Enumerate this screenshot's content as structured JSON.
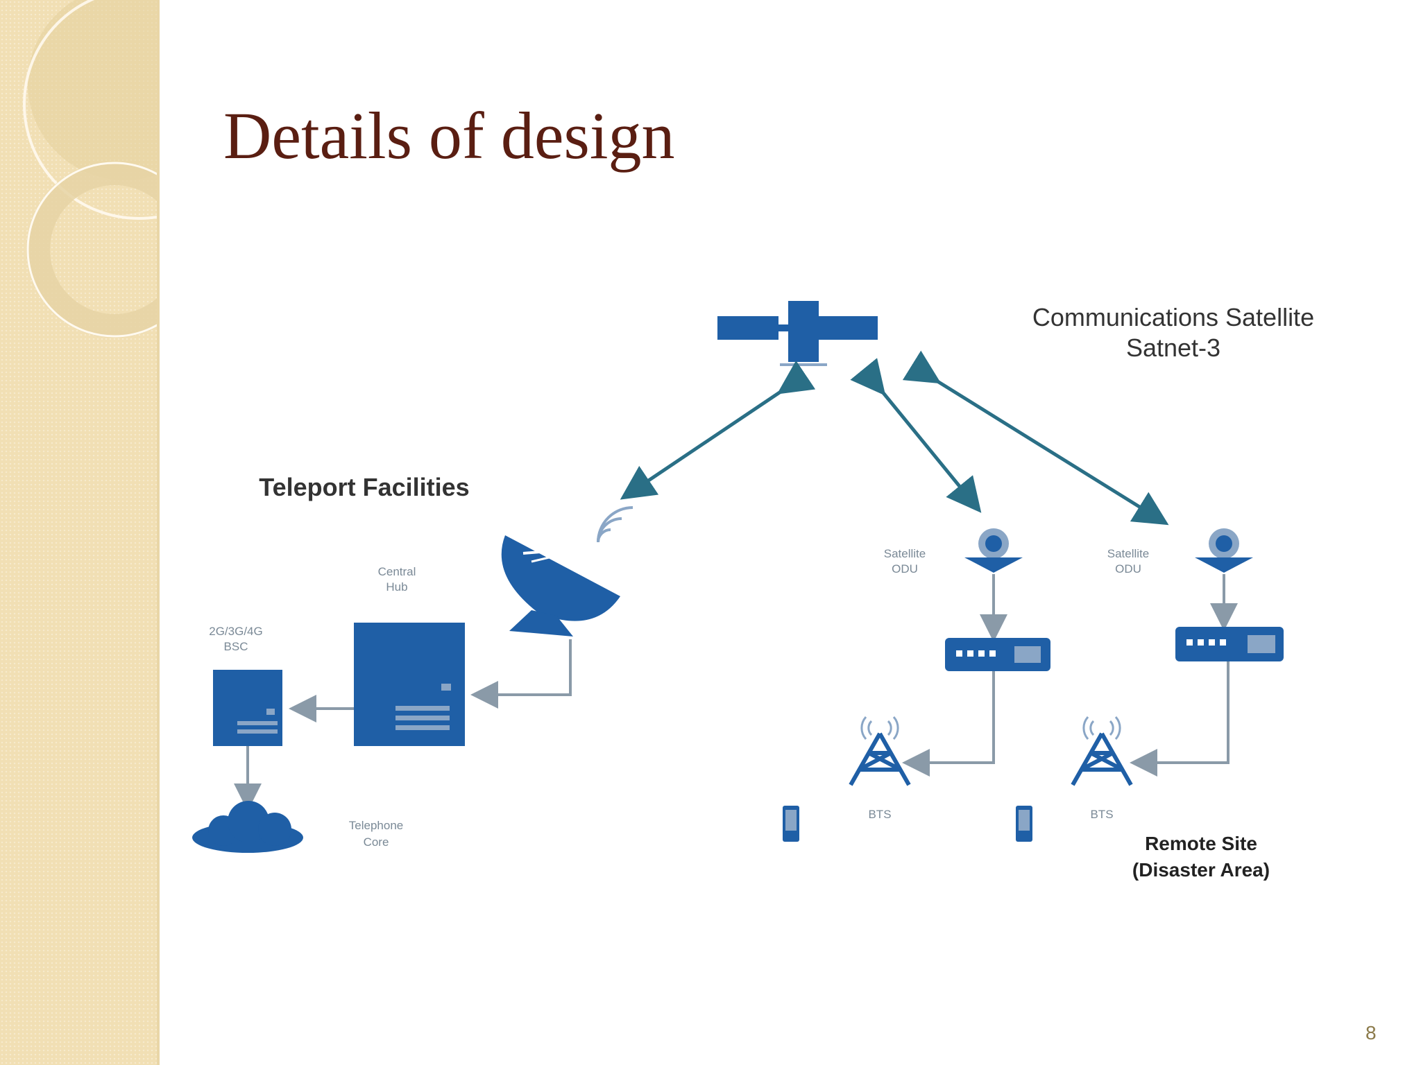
{
  "slide": {
    "title": "Details of design",
    "page_number": "8"
  },
  "diagram": {
    "satellite_label_line1": "Communications Satellite",
    "satellite_label_line2": "Satnet-3",
    "teleport_label": "Teleport Facilities",
    "central_hub_line1": "Central",
    "central_hub_line2": "Hub",
    "bsc_line1": "2G/3G/4G",
    "bsc_line2": "BSC",
    "telephone_core_line1": "Telephone",
    "telephone_core_line2": "Core",
    "satellite_odu_1_line1": "Satellite",
    "satellite_odu_1_line2": "ODU",
    "satellite_odu_2_line1": "Satellite",
    "satellite_odu_2_line2": "ODU",
    "bts_1": "BTS",
    "bts_2": "BTS",
    "remote_site_line1": "Remote Site",
    "remote_site_line2": "(Disaster Area)"
  },
  "colors": {
    "title": "#5a1e12",
    "icon_blue": "#1f5fa6",
    "arrow_teal": "#2a6f86",
    "band": "#f1dfb4"
  }
}
